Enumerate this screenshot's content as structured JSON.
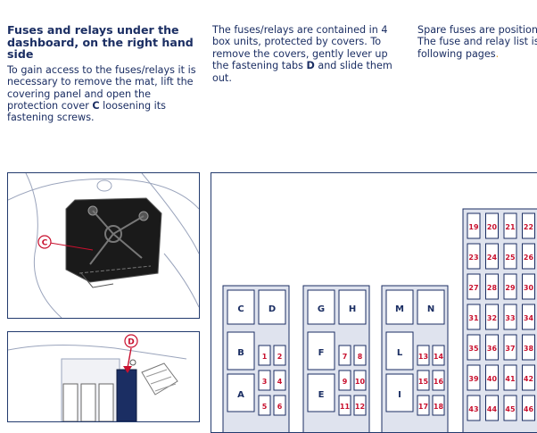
{
  "column1": {
    "heading": "Fuses and relays under the dashboard, on the right hand side",
    "p_before_c": "To gain access to the fuses/relays it is necessary to remove the mat, lift the covering panel and open the protection cover ",
    "p_c": "C",
    "p_after_c": " loosening its fastening screws."
  },
  "column2": {
    "p_before_d": "The fuses/relays are contained in 4 box units, protected by covers. To remove the covers, gently lever up the fastening tabs ",
    "p_d": "D",
    "p_after_d": " and slide them out."
  },
  "column3": {
    "line1": "Spare fuses are positioned",
    "line2": "The fuse and relay list is",
    "line3": "following pages",
    "line3_dot": "."
  },
  "illustrations": {
    "label_c": "C",
    "label_d": "D"
  },
  "fuse_boxes": [
    {
      "relays": [
        [
          "C",
          "D"
        ],
        [
          "B"
        ],
        [
          "A"
        ]
      ],
      "fuses": [
        [
          "1",
          "2"
        ],
        [
          "3",
          "4"
        ],
        [
          "5",
          "6"
        ]
      ]
    },
    {
      "relays": [
        [
          "G",
          "H"
        ],
        [
          "F"
        ],
        [
          "E"
        ]
      ],
      "fuses": [
        [
          "7",
          "8"
        ],
        [
          "9",
          "10"
        ],
        [
          "11",
          "12"
        ]
      ]
    },
    {
      "relays": [
        [
          "M",
          "N"
        ],
        [
          "L"
        ],
        [
          "I"
        ]
      ],
      "fuses": [
        [
          "13",
          "14"
        ],
        [
          "15",
          "16"
        ],
        [
          "17",
          "18"
        ]
      ]
    }
  ],
  "fuse_grid": [
    [
      "19",
      "20",
      "21",
      "22"
    ],
    [
      "23",
      "24",
      "25",
      "26"
    ],
    [
      "27",
      "28",
      "29",
      "30"
    ],
    [
      "31",
      "32",
      "33",
      "34"
    ],
    [
      "35",
      "36",
      "37",
      "38"
    ],
    [
      "39",
      "40",
      "41",
      "42"
    ],
    [
      "43",
      "44",
      "45",
      "46"
    ]
  ],
  "colors": {
    "text": "#1b2e63",
    "label_red": "#c8102e",
    "box_fill": "#dfe3ee",
    "accent": "#d89a2a"
  }
}
